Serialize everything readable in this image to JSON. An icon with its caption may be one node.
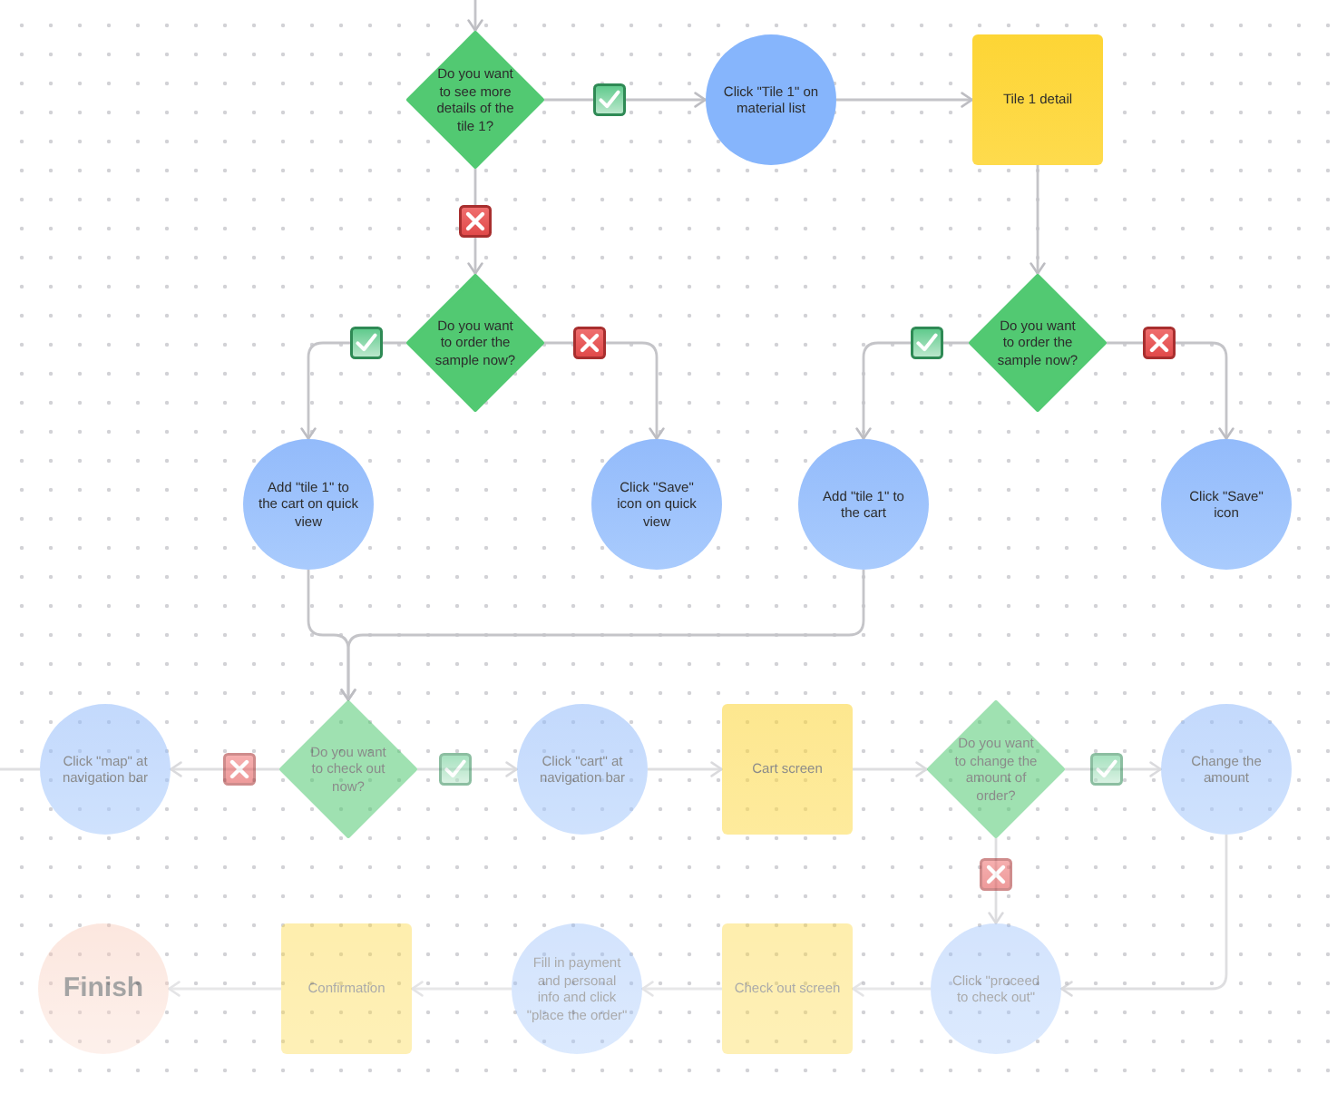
{
  "diagram": {
    "nodes": [
      {
        "text": [
          "Do you want to see more details of the tile 1?"
        ]
      },
      {
        "text": [
          "Click \"Tile 1\" on material list"
        ]
      },
      {
        "text": [
          "Tile 1 detail"
        ]
      },
      {
        "text": [
          "Do you want to order the sample now?"
        ]
      },
      {
        "text": [
          "Do you want to order the sample now?"
        ]
      },
      {
        "text": [
          "Add \"tile 1\" to the cart on quick view"
        ]
      },
      {
        "text": [
          "Click \"Save\" icon on quick view"
        ]
      },
      {
        "text": [
          "Add \"tile 1\" to the cart"
        ]
      },
      {
        "text": [
          "Click \"Save\" icon"
        ]
      },
      {
        "text": [
          "Click \"map\" at navigation bar"
        ]
      },
      {
        "text": [
          "Do you want to check out now?"
        ]
      },
      {
        "text": [
          "Click \"cart\" at navigation bar"
        ]
      },
      {
        "text": [
          "Cart screen"
        ]
      },
      {
        "text": [
          "Do you want to change the amount of order?"
        ]
      },
      {
        "text": [
          "Change the amount"
        ]
      },
      {
        "text": [
          "Finish"
        ]
      },
      {
        "text": [
          "Confirmation"
        ]
      },
      {
        "text": [
          "Fill in payment and personal info and click \"place the order\""
        ]
      },
      {
        "text": [
          "Check out screen"
        ]
      },
      {
        "text": [
          "Click \"proceed to check out\""
        ]
      }
    ],
    "edges": [
      {
        "from": null,
        "to": 0,
        "arrow": "to"
      },
      {
        "from": 0,
        "to": 1,
        "arrow": "to"
      },
      {
        "from": 1,
        "to": 2,
        "arrow": "to"
      },
      {
        "from": 0,
        "to": 3,
        "arrow": "to"
      },
      {
        "from": 2,
        "to": 4,
        "arrow": "to"
      },
      {
        "from": 3,
        "to": 5,
        "arrow": "to"
      },
      {
        "from": 3,
        "to": 6,
        "arrow": "to"
      },
      {
        "from": 4,
        "to": 7,
        "arrow": "to"
      },
      {
        "from": 4,
        "to": 8,
        "arrow": "to"
      },
      {
        "from": 5,
        "to": 10,
        "arrow": "to"
      },
      {
        "from": 7,
        "to": 10,
        "arrow": "to"
      },
      {
        "from": 10,
        "to": 9,
        "arrow": "to"
      },
      {
        "from": 9,
        "to": null,
        "arrow": "none"
      },
      {
        "from": 10,
        "to": 11,
        "arrow": "to"
      },
      {
        "from": 11,
        "to": 12,
        "arrow": "to"
      },
      {
        "from": 12,
        "to": 13,
        "arrow": "to"
      },
      {
        "from": 13,
        "to": 14,
        "arrow": "to"
      },
      {
        "from": 13,
        "to": 19,
        "arrow": "to"
      },
      {
        "from": 14,
        "to": 19,
        "arrow": "to"
      },
      {
        "from": 19,
        "to": 18,
        "arrow": "to"
      },
      {
        "from": 18,
        "to": 17,
        "arrow": "to"
      },
      {
        "from": 17,
        "to": 16,
        "arrow": "to"
      },
      {
        "from": 16,
        "to": 15,
        "arrow": "to"
      }
    ]
  }
}
